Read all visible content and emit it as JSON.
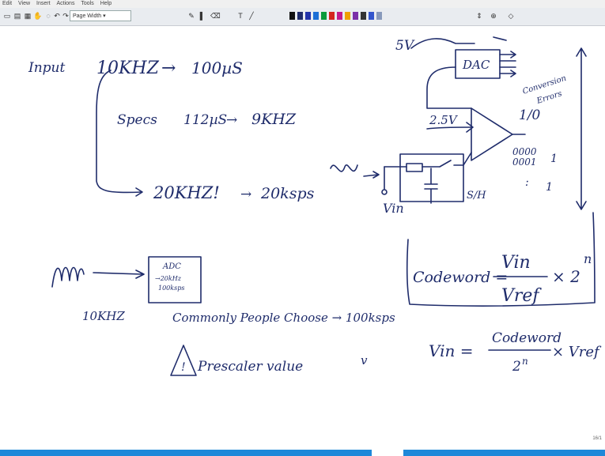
{
  "menubar": {
    "items": [
      "Edit",
      "View",
      "Insert",
      "Actions",
      "Tools",
      "Help"
    ]
  },
  "toolbar": {
    "page_width_label": "Page Width",
    "pen_colors": [
      "#111111",
      "#1f2c6b",
      "#2233aa",
      "#1d6fd6",
      "#0a9a3a",
      "#d4261d",
      "#c21b8d",
      "#f0a000",
      "#7b2fa8",
      "#333333",
      "#3355cc",
      "#8899bb"
    ]
  },
  "notes": {
    "line1": {
      "a": "Input",
      "b": "10KHZ",
      "c": "→",
      "d": "100µS"
    },
    "line2": {
      "a": "Specs",
      "b": "112µS",
      "c": "→",
      "d": "9KHZ"
    },
    "line3": {
      "a": "20KHZ!",
      "b": "→",
      "c": "20ksps"
    },
    "five_v": "5V",
    "dac": "DAC",
    "two_five_v": "2.5V",
    "conversion": "Conversion",
    "errors": "Errors",
    "io": "1/0",
    "codes": [
      "0000",
      "0001",
      ":"
    ],
    "ones": [
      "1",
      "1"
    ],
    "sh": "S/H",
    "vin": "Vin",
    "adc_box": [
      "ADC",
      "→20kHz",
      "100ksps"
    ],
    "tenkhz": "10KHZ",
    "common": "Commonly People Choose → 100ksps",
    "prescaler": "Prescaler value",
    "prescaler_mark": "!",
    "tick": "v",
    "formula1": {
      "lhs": "Codeword =",
      "num": "Vin",
      "den": "Vref",
      "times": "× 2",
      "exp": "n"
    },
    "formula2": {
      "lhs": "Vin =",
      "num": "Codeword",
      "den": "2",
      "den_exp": "n",
      "times": "× Vref"
    }
  },
  "page_number": "16/1"
}
